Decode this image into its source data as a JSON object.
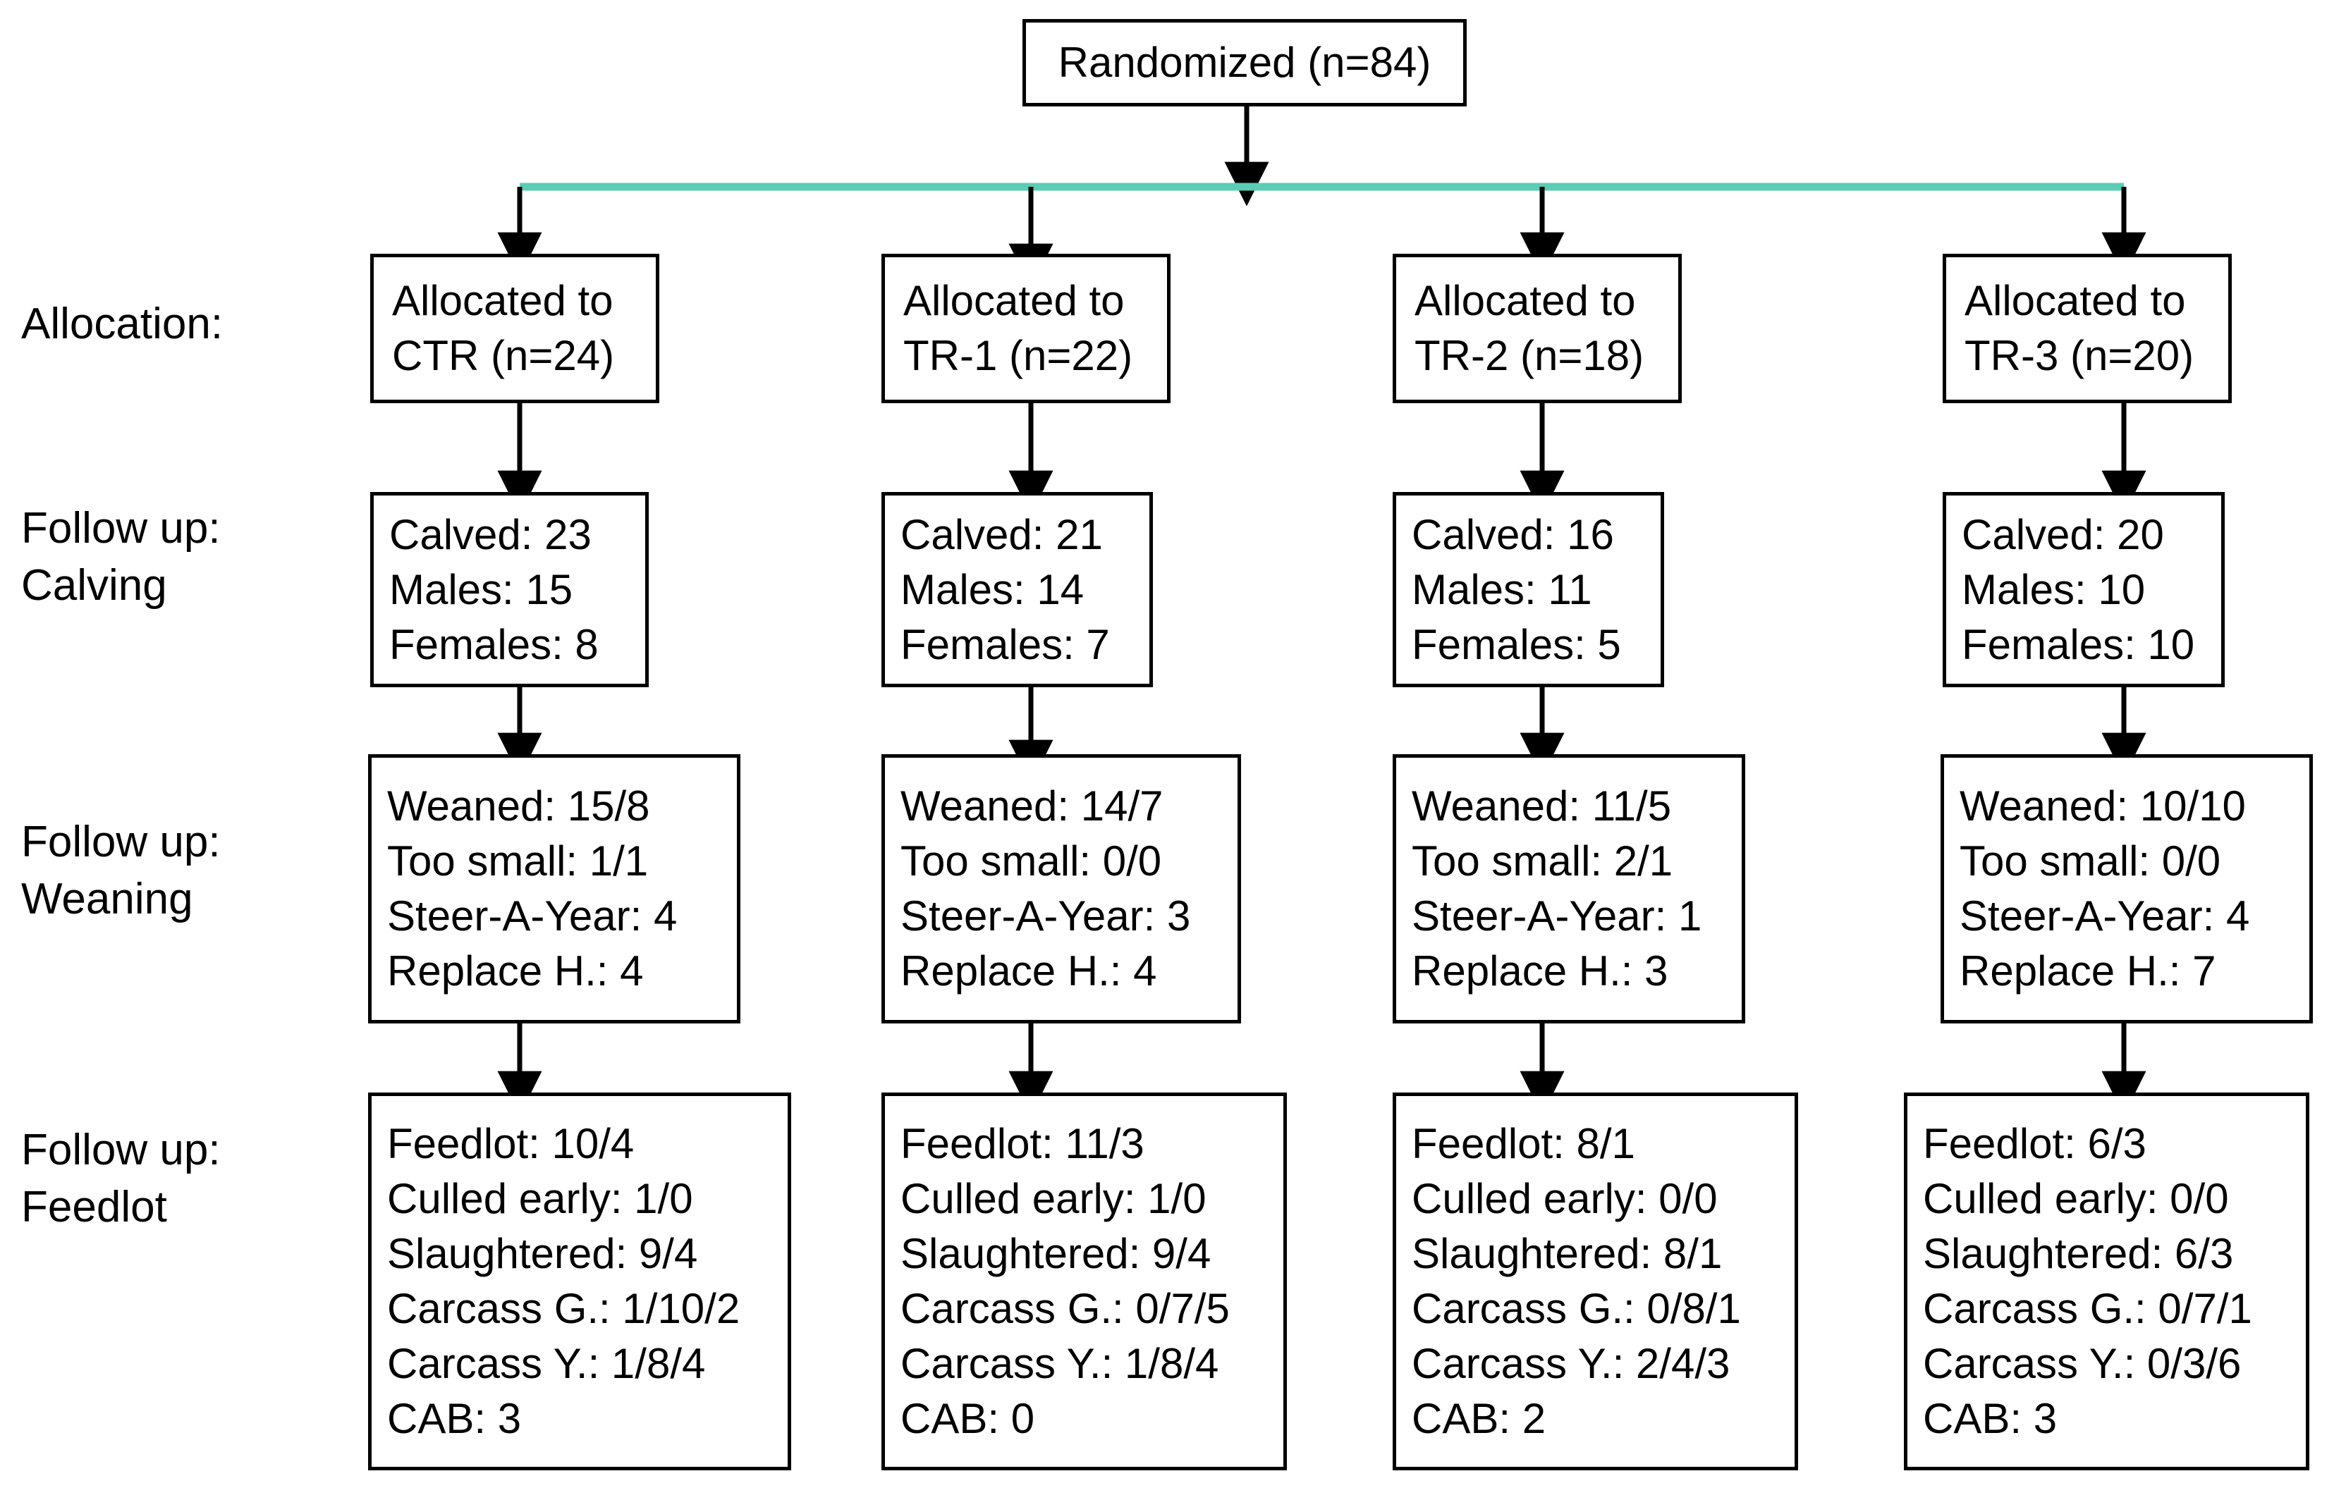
{
  "diagram": {
    "title_box": {
      "label": "Randomized (n=84)"
    },
    "row_labels": [
      {
        "id": "allocation",
        "lines": [
          "Allocation:"
        ]
      },
      {
        "id": "follow-up-calving",
        "lines": [
          "Follow up:",
          "Calving"
        ]
      },
      {
        "id": "follow-up-weaning",
        "lines": [
          "Follow up:",
          "Weaning"
        ]
      },
      {
        "id": "follow-up-feedlot",
        "lines": [
          "Follow up:",
          "Feedlot"
        ]
      }
    ],
    "colors": {
      "bus_line": "#5CCCB4",
      "box_border": "#000000",
      "text": "#000000",
      "background": "#ffffff"
    },
    "columns": [
      {
        "id": "ctr",
        "allocation": [
          "Allocated to",
          "CTR (n=24)"
        ],
        "calving": [
          "Calved: 23",
          "Males: 15",
          "Females: 8"
        ],
        "weaning": [
          "Weaned: 15/8",
          "Too small: 1/1",
          "Steer-A-Year: 4",
          "Replace H.: 4"
        ],
        "feedlot": [
          "Feedlot: 10/4",
          "Culled early: 1/0",
          "Slaughtered: 9/4",
          "Carcass G.: 1/10/2",
          "Carcass Y.: 1/8/4",
          "CAB: 3"
        ]
      },
      {
        "id": "tr-1",
        "allocation": [
          "Allocated to",
          "TR-1 (n=22)"
        ],
        "calving": [
          "Calved: 21",
          "Males: 14",
          "Females: 7"
        ],
        "weaning": [
          "Weaned: 14/7",
          "Too small: 0/0",
          "Steer-A-Year: 3",
          "Replace H.: 4"
        ],
        "feedlot": [
          "Feedlot: 11/3",
          "Culled early: 1/0",
          "Slaughtered: 9/4",
          "Carcass G.: 0/7/5",
          "Carcass Y.: 1/8/4",
          "CAB: 0"
        ]
      },
      {
        "id": "tr-2",
        "allocation": [
          "Allocated to",
          "TR-2 (n=18)"
        ],
        "calving": [
          "Calved: 16",
          "Males: 11",
          "Females: 5"
        ],
        "weaning": [
          "Weaned: 11/5",
          "Too small: 2/1",
          "Steer-A-Year: 1",
          "Replace H.: 3"
        ],
        "feedlot": [
          "Feedlot: 8/1",
          "Culled early: 0/0",
          "Slaughtered: 8/1",
          "Carcass G.: 0/8/1",
          "Carcass Y.: 2/4/3",
          "CAB: 2"
        ]
      },
      {
        "id": "tr-3",
        "allocation": [
          "Allocated to",
          "TR-3 (n=20)"
        ],
        "calving": [
          "Calved: 20",
          "Males: 10",
          "Females: 10"
        ],
        "weaning": [
          "Weaned: 10/10",
          "Too small: 0/0",
          "Steer-A-Year: 4",
          "Replace H.: 7"
        ],
        "feedlot": [
          "Feedlot: 6/3",
          "Culled early: 0/0",
          "Slaughtered: 6/3",
          "Carcass G.: 0/7/1",
          "Carcass Y.: 0/3/6",
          "CAB: 3"
        ]
      }
    ]
  }
}
